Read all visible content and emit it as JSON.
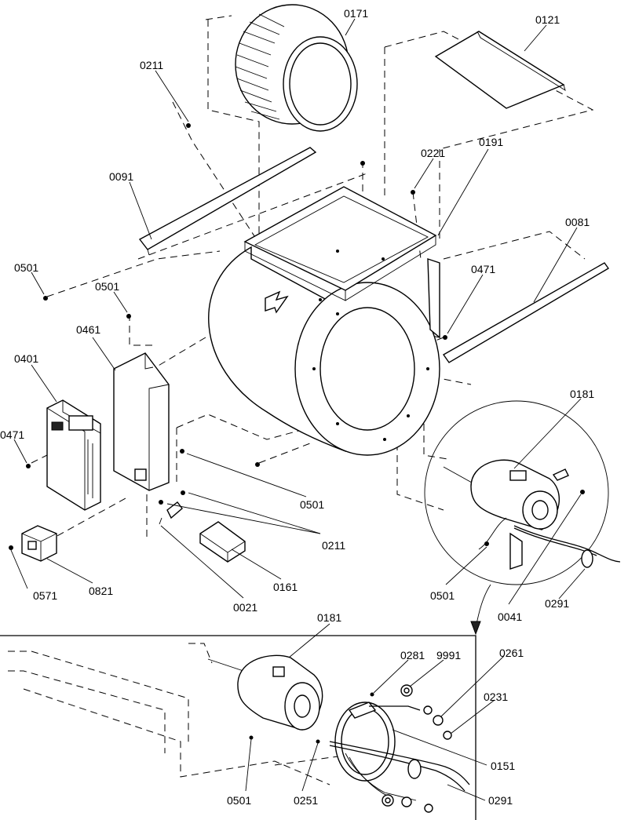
{
  "labels": {
    "p0171": "0171",
    "p0121": "0121",
    "p0211_top": "0211",
    "p0221": "0221",
    "p0191": "0191",
    "p0091": "0091",
    "p0081": "0081",
    "p0501_a": "0501",
    "p0501_b": "0501",
    "p0471_a": "0471",
    "p0461": "0461",
    "p0401": "0401",
    "p0181_a": "0181",
    "p0471_b": "0471",
    "p0501_c": "0501",
    "p0211_mid": "0211",
    "p0571": "0571",
    "p0821": "0821",
    "p0161": "0161",
    "p0021": "0021",
    "p0501_d": "0501",
    "p0041": "0041",
    "p0291_a": "0291",
    "p0181_b": "0181",
    "p0281": "0281",
    "p9991": "9991",
    "p0261": "0261",
    "p0231": "0231",
    "p0151": "0151",
    "p0501_e": "0501",
    "p0251": "0251",
    "p0291_b": "0291"
  }
}
